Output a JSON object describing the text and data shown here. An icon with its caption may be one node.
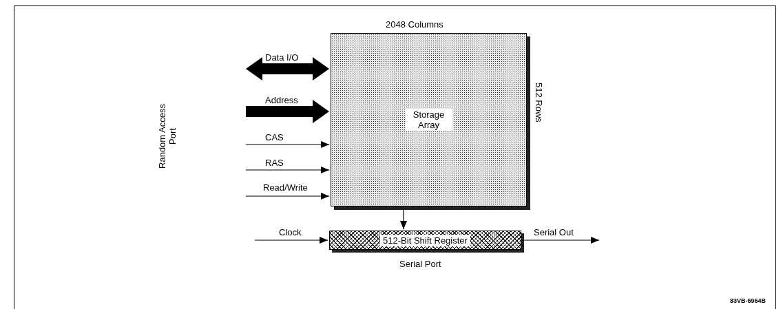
{
  "diagram": {
    "nodes": [
      {
        "text": [
          "Storage Array"
        ],
        "beside": [
          "2048 Columns",
          "512 Rows"
        ]
      },
      {
        "text": [
          "512-Bit Shift Register"
        ],
        "beside": [
          "Serial Port"
        ]
      }
    ],
    "edges": [
      {
        "from": null,
        "to": 0,
        "arrow": "both",
        "label": "Data I/O",
        "style": "thick"
      },
      {
        "from": null,
        "to": 0,
        "arrow": "to",
        "label": "Address",
        "style": "thick"
      },
      {
        "from": null,
        "to": 0,
        "arrow": "to",
        "label": "CAS"
      },
      {
        "from": null,
        "to": 0,
        "arrow": "to",
        "label": "RAS"
      },
      {
        "from": null,
        "to": 0,
        "arrow": "to",
        "label": "Read/Write"
      },
      {
        "from": 0,
        "to": 1,
        "arrow": "to"
      },
      {
        "from": null,
        "to": 1,
        "arrow": "to",
        "label": "Clock"
      },
      {
        "from": 1,
        "to": null,
        "arrow": "to",
        "label": "Serial Out"
      }
    ],
    "labels": [
      "Random Access Port",
      "83VB-6964B"
    ]
  }
}
